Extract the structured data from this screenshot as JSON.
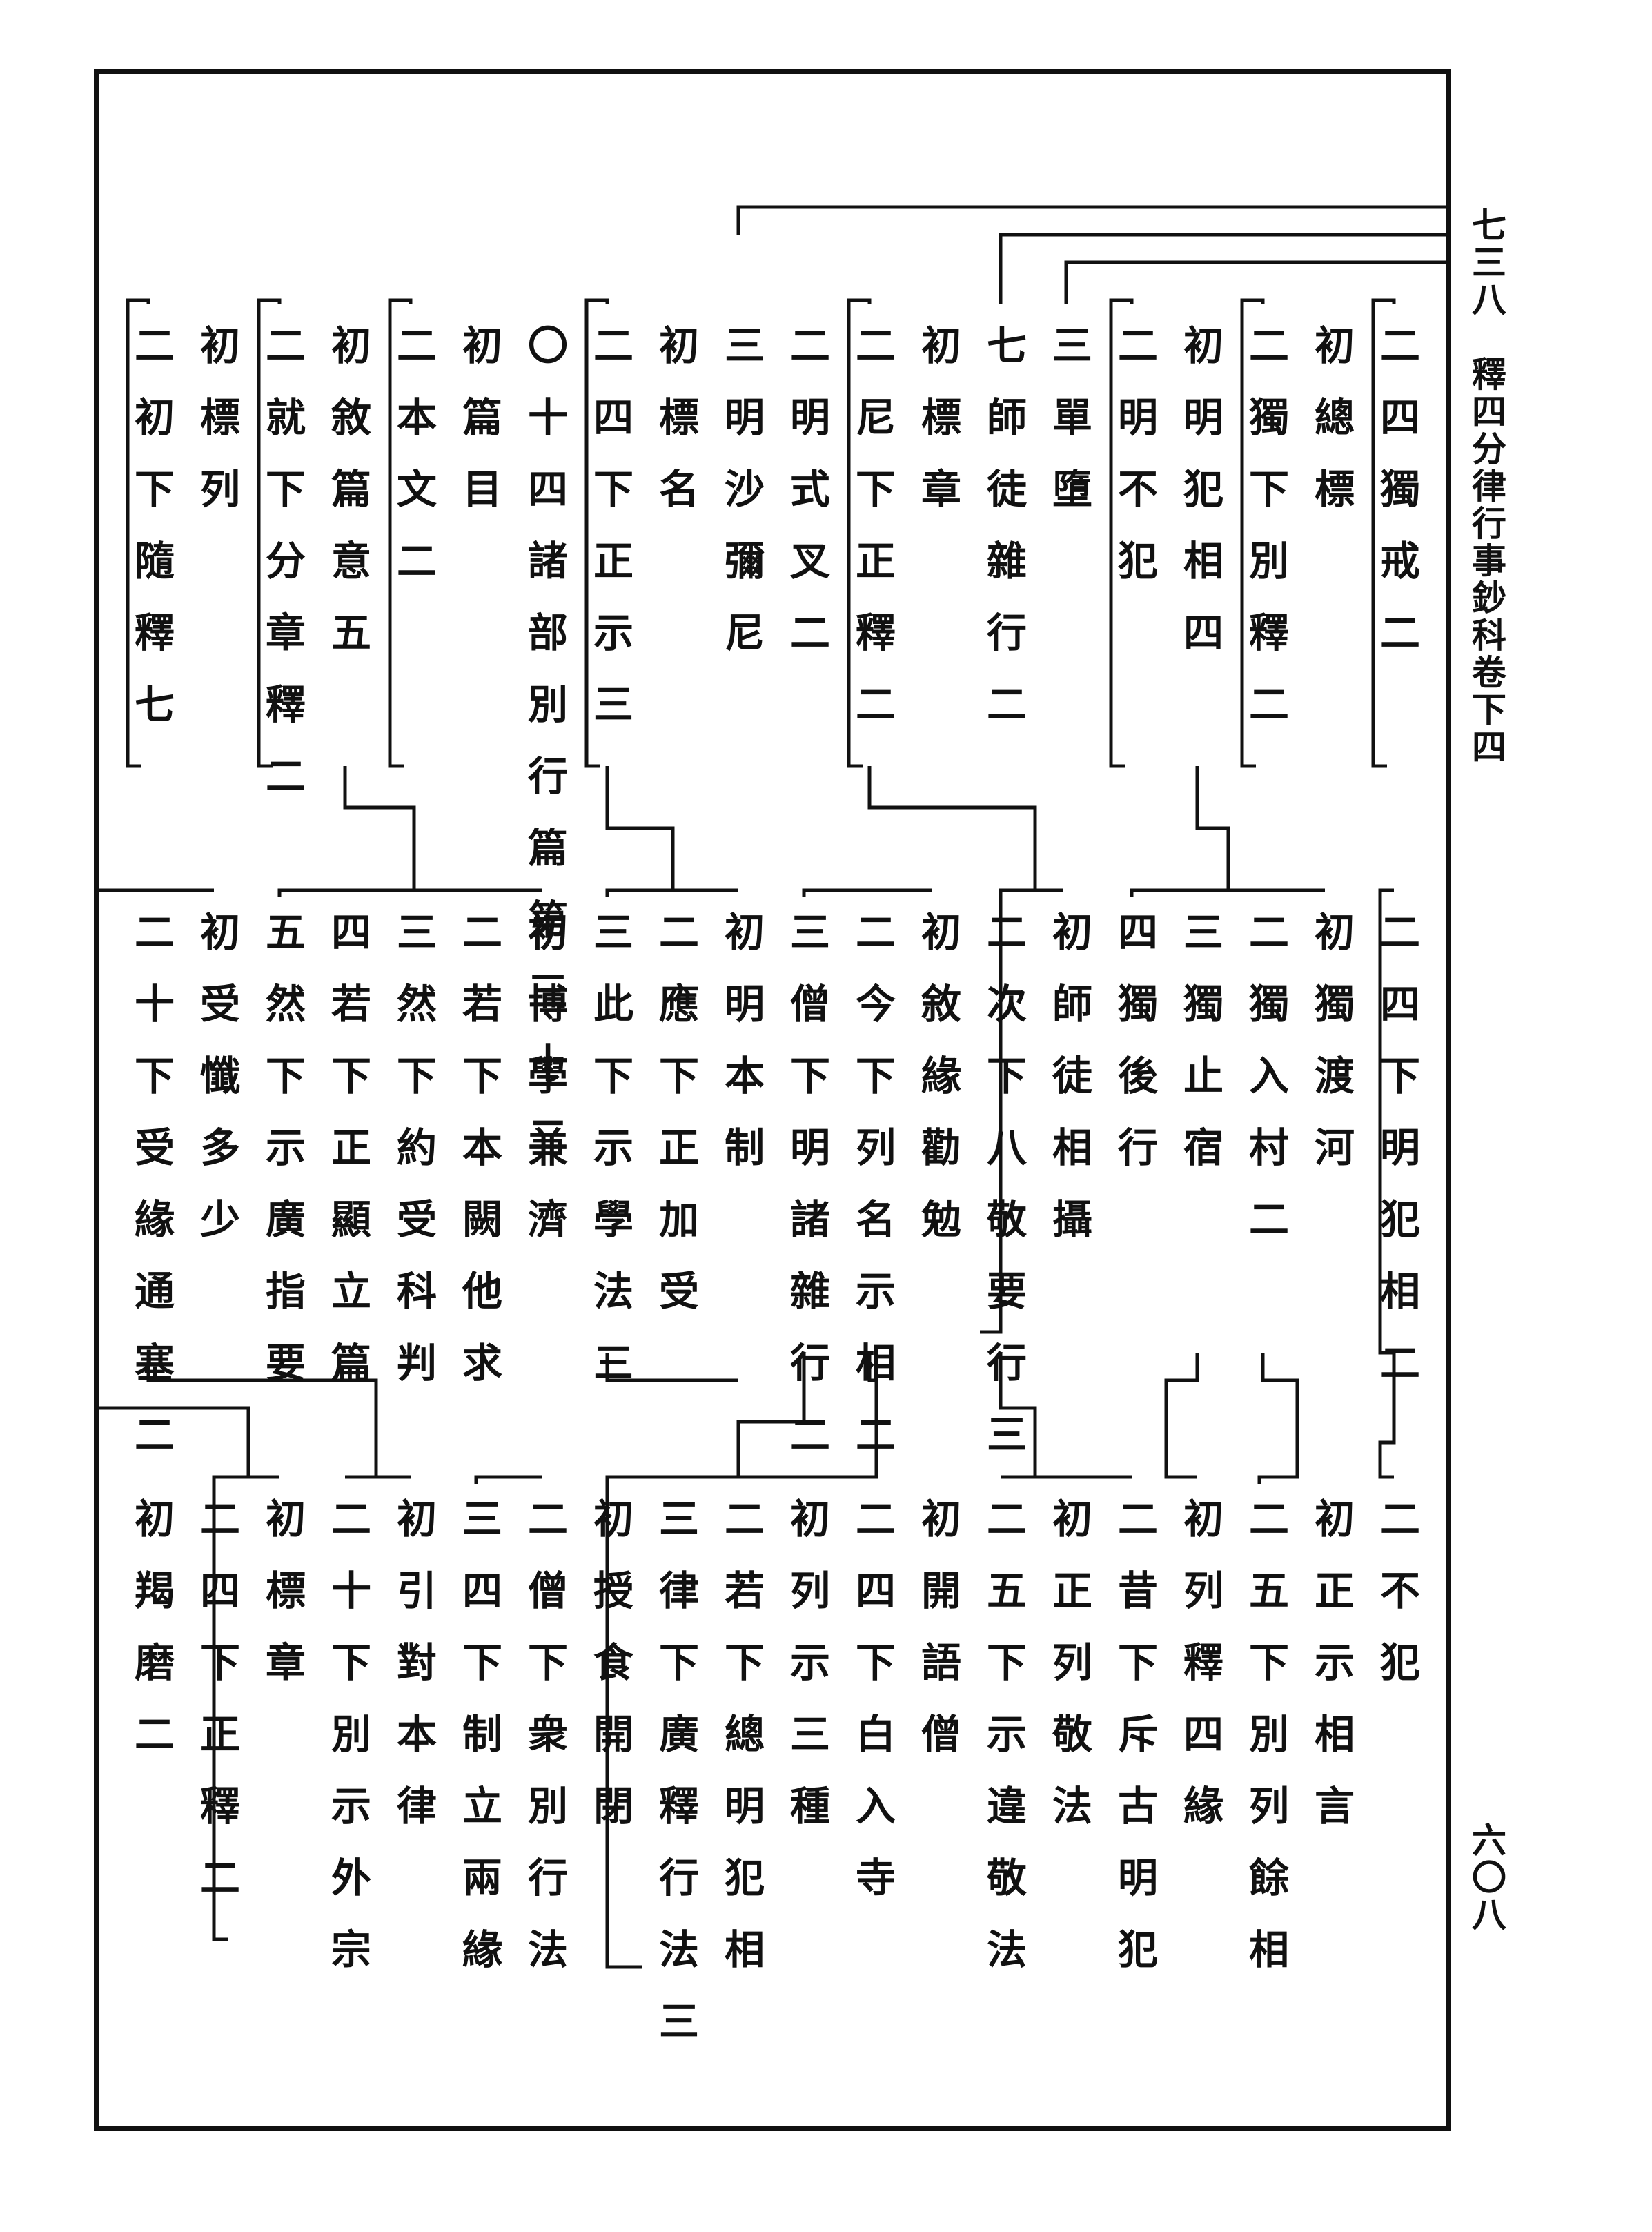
{
  "margin": {
    "header": "七三八　釋四分律行事鈔科卷下四",
    "page_number": "六〇八"
  },
  "outline": {
    "row1": [
      "二四獨戒二",
      "初總標",
      "二獨下別釋二",
      "初明犯相四",
      "二明不犯",
      "三單墮",
      "七師徒雜行二",
      "初標章",
      "二尼下正釋二",
      "二明式叉二",
      "三明沙彌尼",
      "初標名",
      "二四下正示三",
      "〇十四諸部別行篇第三十二",
      "初篇目",
      "二本文二",
      "初敘篇意五",
      "二就下分章釋二",
      "初標列",
      "二初下隨釋七"
    ],
    "row2": [
      "二四下明犯相二",
      "初獨渡河",
      "二獨入村二",
      "三獨止宿",
      "四獨後行",
      "初師徒相攝",
      "二次下八敬要行三",
      "初敘緣勸勉",
      "二今下列名示相二",
      "三僧下明諸雜行二",
      "初明本制",
      "二應下正加受",
      "三此下示學法三",
      "初博學兼濟",
      "二若下本闕他求",
      "三然下約受科判",
      "四若下正顯立篇",
      "五然下示廣指要",
      "初受懺多少",
      "二十下受緣通塞二"
    ],
    "row3": [
      "二不犯",
      "初正示相言",
      "二五下別列餘相",
      "初列釋四緣",
      "二昔下斥古明犯",
      "初正列敬法",
      "二五下示違敬法",
      "初開語僧",
      "二四下白入寺",
      "初列示三種",
      "二若下總明犯相",
      "三律下廣釋行法三",
      "初授食開閉",
      "二僧下衆別行法",
      "三四下制立兩緣",
      "初引對本律",
      "二十下別示外宗",
      "初標章",
      "二四下正釋二",
      "初羯磨二"
    ]
  }
}
